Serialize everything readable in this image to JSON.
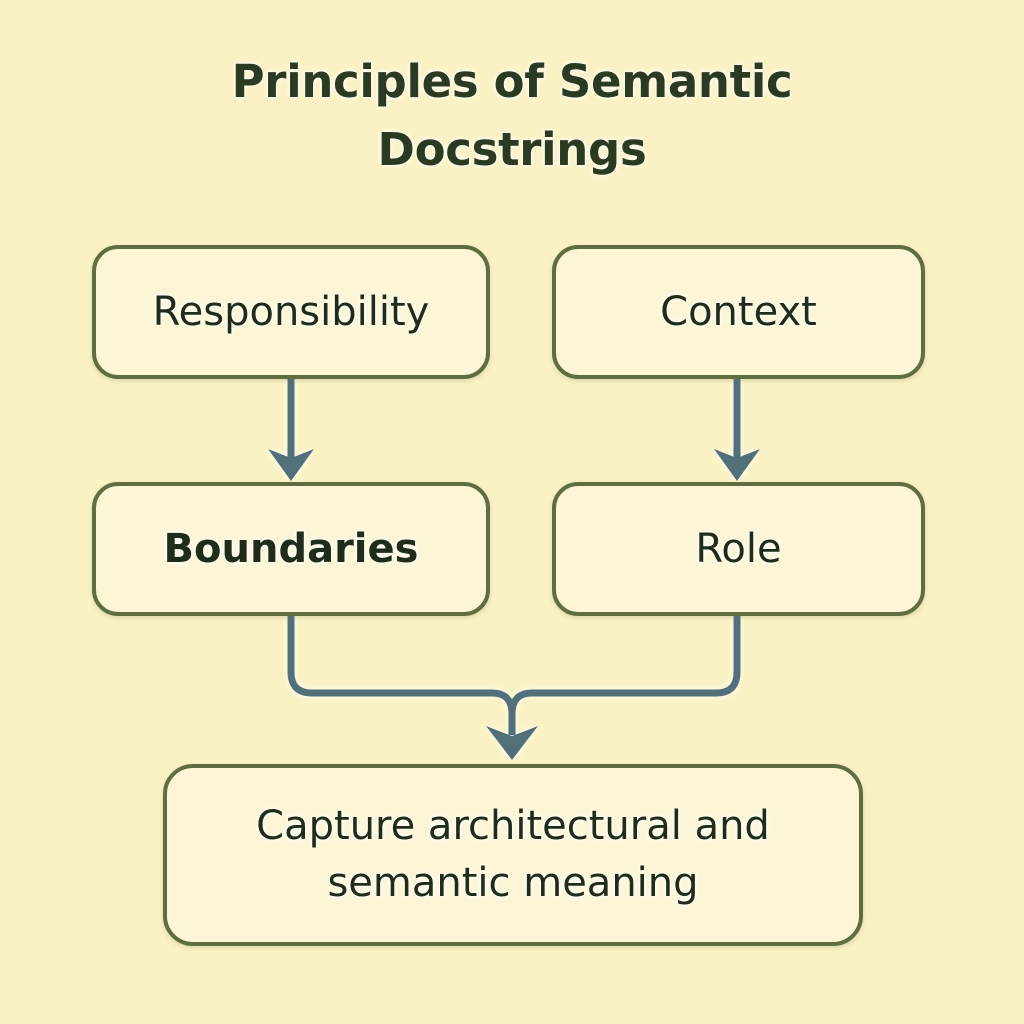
{
  "title": "Principles of Semantic\nDocstrings",
  "colors": {
    "background": "#faf2c4",
    "node_fill": "#fcf6d6",
    "node_border": "#5f6e41",
    "text": "#1f2c18",
    "title_text": "#2c3a22",
    "connector": "#51707a"
  },
  "nodes": {
    "responsibility": "Responsibility",
    "context": "Context",
    "boundaries": "Boundaries",
    "role": "Role",
    "outcome": "Capture architectural and\nsemantic meaning"
  },
  "connectors": [
    {
      "id": "responsibility-to-boundaries",
      "from": "Responsibility",
      "to": "Boundaries",
      "style": "straight-down-arrow"
    },
    {
      "id": "context-to-role",
      "from": "Context",
      "to": "Role",
      "style": "straight-down-arrow"
    },
    {
      "id": "boundaries-to-outcome",
      "from": "Boundaries",
      "to": "Capture architectural and semantic meaning",
      "style": "elbow-merge-arrow"
    },
    {
      "id": "role-to-outcome",
      "from": "Role",
      "to": "Capture architectural and semantic meaning",
      "style": "elbow-merge-arrow"
    }
  ]
}
